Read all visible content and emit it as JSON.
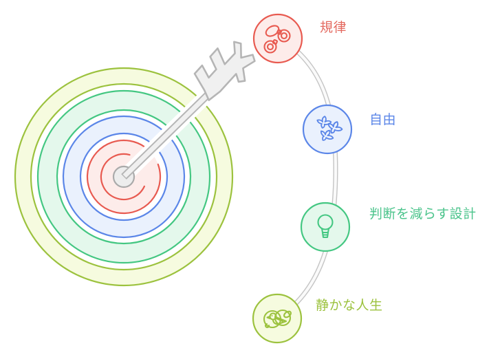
{
  "diagram": {
    "title_hint": "goal-target-with-chain-of-concepts",
    "target": {
      "rings": [
        {
          "name": "outer-ring",
          "color": "#9cc23e",
          "fill": "#f6fbdf"
        },
        {
          "name": "second-ring",
          "color": "#44c782",
          "fill": "#e4f8ec"
        },
        {
          "name": "third-ring",
          "color": "#5b86e8",
          "fill": "#eaf1fd"
        },
        {
          "name": "bullseye",
          "color": "#e85a50",
          "fill": "#fdecea"
        }
      ],
      "arrow": {
        "edge_color": "#b5b5b5",
        "fill_color": "#f0f0f0",
        "center_fill": "#ededed",
        "center_stroke": "#aaaaaa"
      }
    },
    "connector": {
      "edge_color": "#c4c4c4",
      "inner_color": "#fafafa"
    },
    "nodes": [
      {
        "label": "規律",
        "icon": "handcuffs-icon",
        "color": "#e85a50",
        "fill": "#fdecea",
        "text_color": "#e4695f"
      },
      {
        "label": "自由",
        "icon": "birds-icon",
        "color": "#5b86e8",
        "fill": "#eaf1fd",
        "text_color": "#5b86e8"
      },
      {
        "label": "判断を減らす設計",
        "icon": "lightbulb-icon",
        "color": "#44c782",
        "fill": "#e4f8ec",
        "text_color": "#4cc48c"
      },
      {
        "label": "静かな人生",
        "icon": "bird-nest-icon",
        "color": "#9cc23e",
        "fill": "#f6fbdf",
        "text_color": "#9cc23e"
      }
    ]
  }
}
